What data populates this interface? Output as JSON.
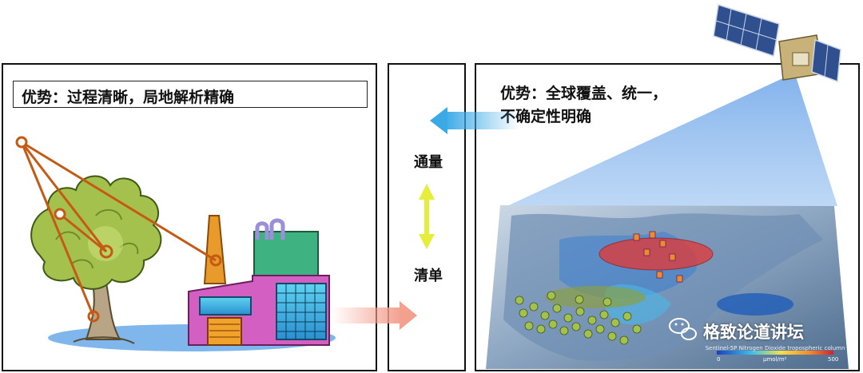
{
  "left_panel": {
    "title": "优势：过程清晰，局地解析精确"
  },
  "middle_panel": {
    "top_label": "通量",
    "bottom_label": "清单"
  },
  "right_panel": {
    "title_line1": "优势：全球覆盖、统一，",
    "title_line2": "不确定性明确"
  },
  "map": {
    "caption": "Sentinel-5P Nitrogen Dioxide tropospheric column",
    "scale_min": "0",
    "scale_unit": "μmol/m²",
    "scale_max": "500"
  },
  "watermark": {
    "text": "格致论道讲坛",
    "icon": "wechat-icon"
  },
  "icons": [
    "satellite-icon",
    "tree-icon",
    "factory-icon"
  ],
  "colors": {
    "orange_line": "#c45a14",
    "tree_green": "#9cb84a",
    "factory_pink": "#d35fc2",
    "chimney_orange": "#e89a2a",
    "arrow_blue": "#3aa9e6",
    "arrow_yellow": "#e6ee3c",
    "arrow_salmon": "#f3a08f",
    "beam_blue": "#7ab0ea",
    "hotspot_red": "#e03a3a"
  }
}
